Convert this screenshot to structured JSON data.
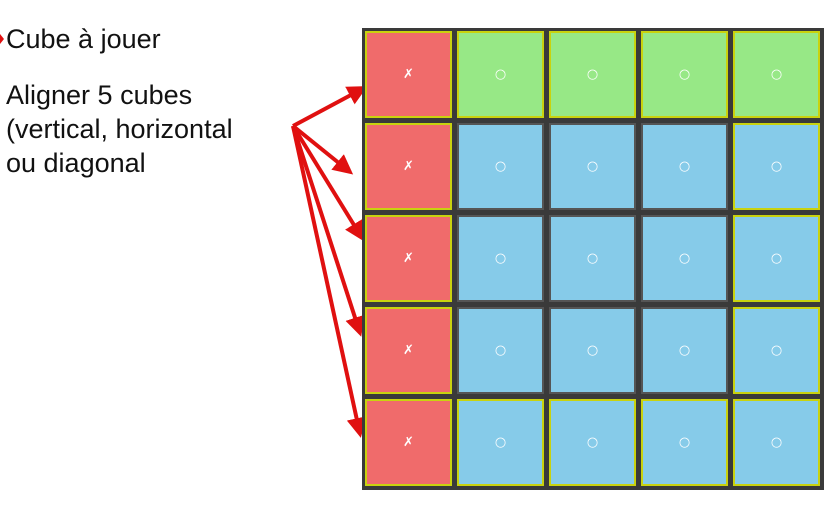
{
  "legend": {
    "title": "Cube à jouer",
    "description_lines": [
      "Aligner 5 cubes",
      "(vertical, horizontal",
      "ou diagonal"
    ]
  },
  "board": {
    "rows": [
      [
        "x",
        "o",
        "o",
        "o",
        "o"
      ],
      [
        "x",
        "o",
        "o",
        "o",
        "o"
      ],
      [
        "x",
        "o",
        "o",
        "o",
        "o"
      ],
      [
        "x",
        "o",
        "o",
        "o",
        "o"
      ],
      [
        "x",
        "o",
        "o",
        "o",
        "o"
      ]
    ],
    "symbols": {
      "x": "✗",
      "o": "○"
    }
  },
  "colors": {
    "x_cell": "#f06b6b",
    "o_top_row": "#97e886",
    "o_cell": "#86cbe9",
    "arrow": "#e01010"
  }
}
